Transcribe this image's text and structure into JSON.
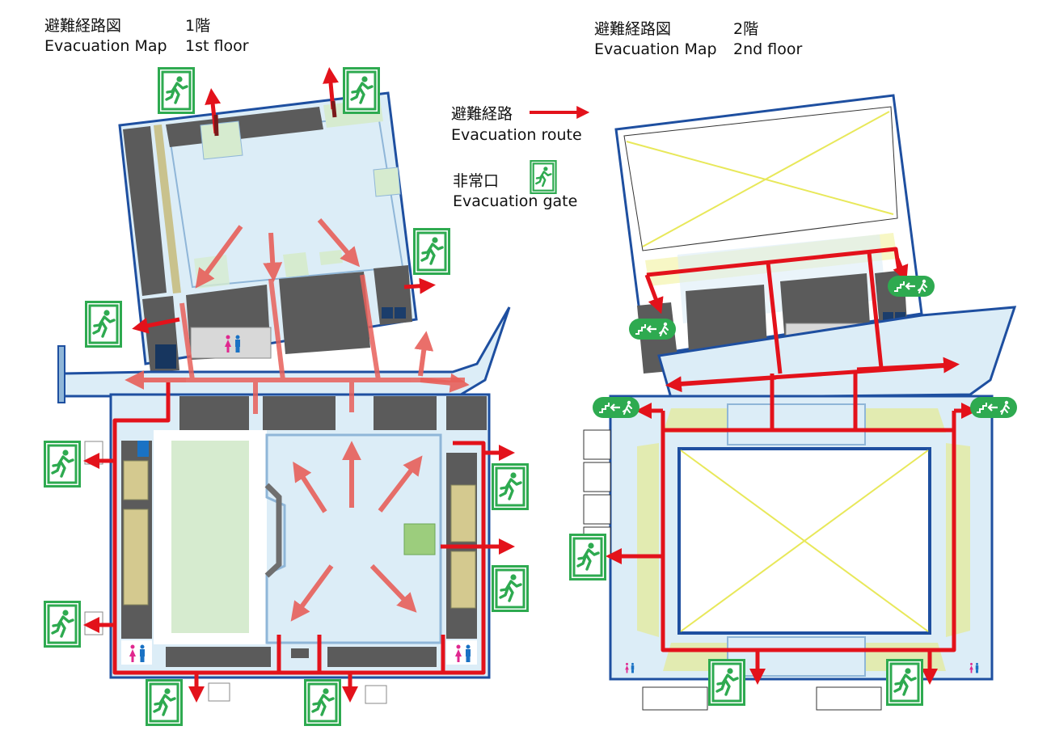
{
  "floor1": {
    "title_jp": "避難経路図",
    "floor_jp": "1階",
    "title_en": "Evacuation Map",
    "floor_en": "1st floor"
  },
  "floor2": {
    "title_jp": "避難経路図",
    "floor_jp": "2階",
    "title_en": "Evacuation Map",
    "floor_en": "2nd floor"
  },
  "legend": {
    "route_jp": "避難経路",
    "route_en": "Evacuation route",
    "gate_jp": "非常口",
    "gate_en": "Evacuation gate"
  },
  "colors": {
    "route": "#e3121b",
    "room_dark": "#5b5b5b",
    "wall": "#1e4fa0",
    "floor_light": "#dcedf7",
    "gate_green": "#2eaa50",
    "void_yellow": "#e8e85a",
    "stage_green": "#d6ebcf",
    "women": "#e0288f",
    "men": "#1a72c4"
  },
  "icons": [
    "running-man-exit-icon",
    "stairs-exit-icon",
    "restroom-icon",
    "arrow-right-icon"
  ]
}
